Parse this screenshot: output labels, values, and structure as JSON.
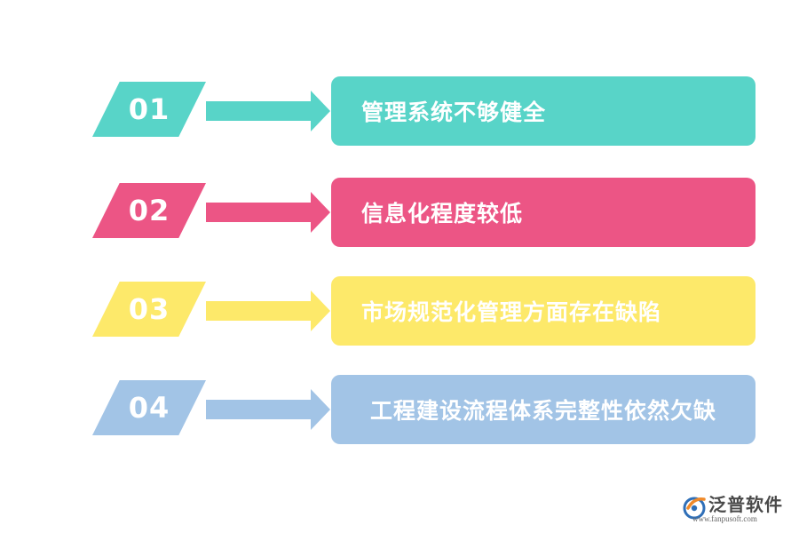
{
  "items": [
    {
      "number": "01",
      "label": "管理系统不够健全",
      "color": "#58d4c8"
    },
    {
      "number": "02",
      "label": "信息化程度较低",
      "color": "#ec5585"
    },
    {
      "number": "03",
      "label": "市场规范化管理方面存在缺陷",
      "color": "#fde96a"
    },
    {
      "number": "04",
      "label": "工程建设流程体系完整性依然欠缺",
      "color": "#a2c4e6"
    }
  ],
  "logo": {
    "name": "泛普软件",
    "url": "www.fanpusoft.com"
  }
}
